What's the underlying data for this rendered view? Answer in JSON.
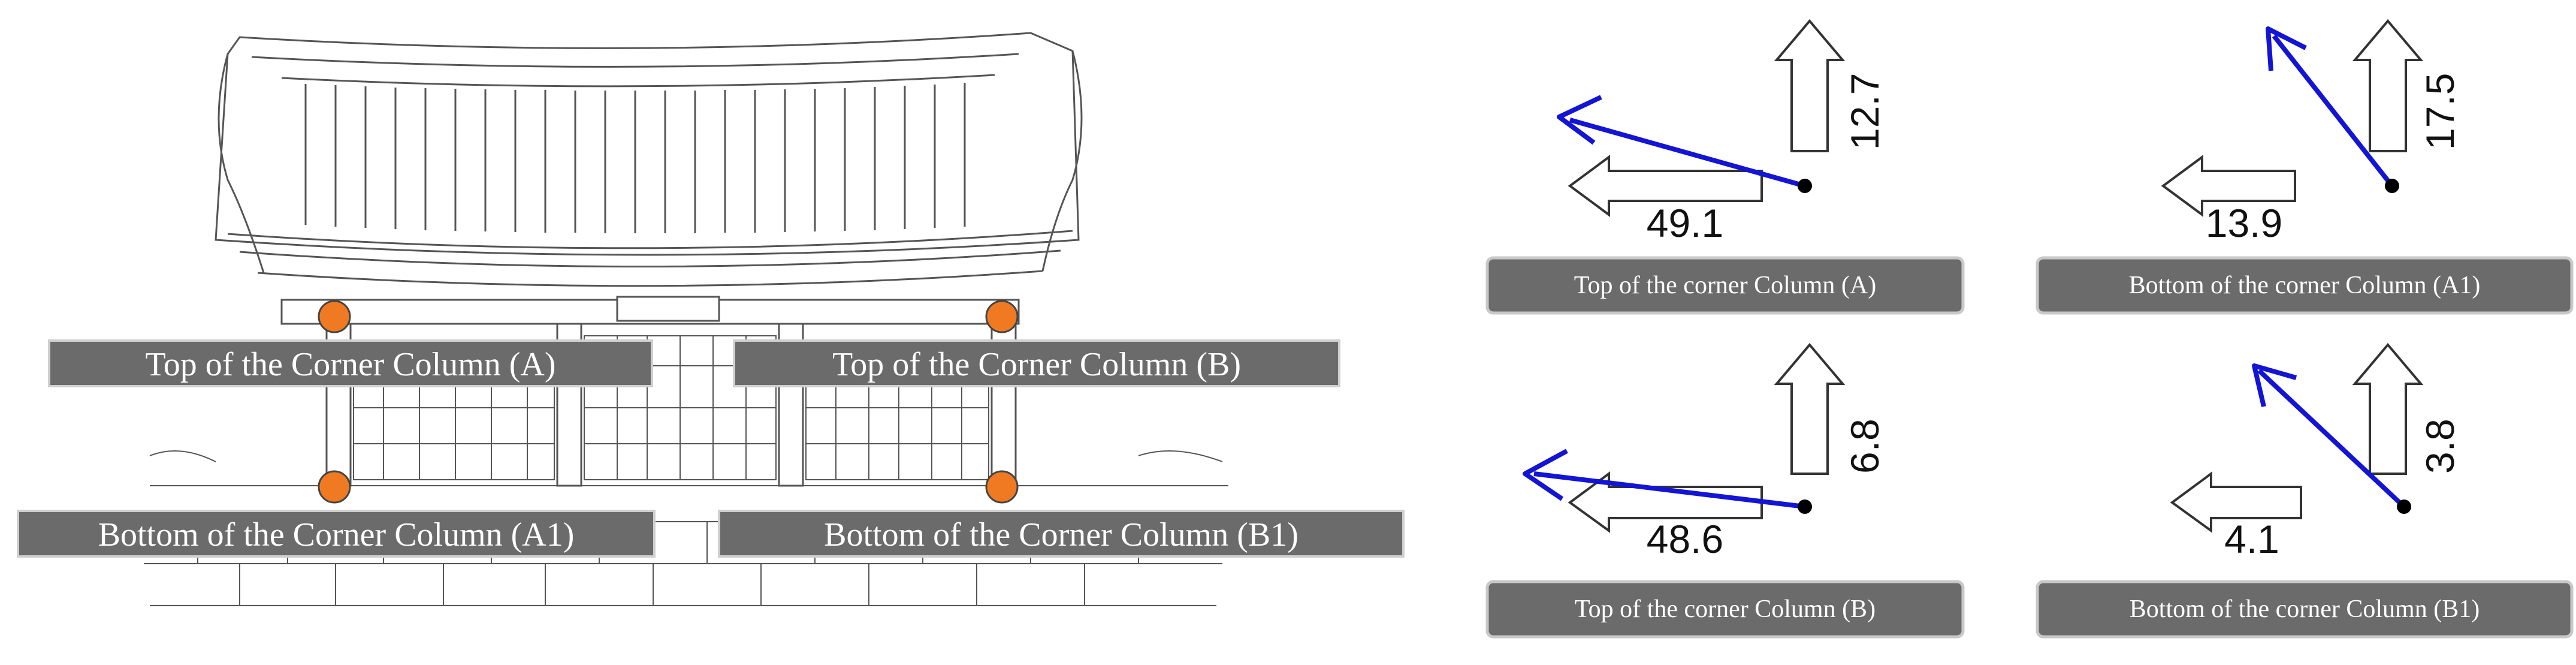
{
  "building": {
    "labels": {
      "top_a": "Top of the Corner Column (A)",
      "top_b": "Top of the Corner Column (B)",
      "bottom_a1": "Bottom of the Corner Column (A1)",
      "bottom_b1": "Bottom of the Corner Column (B1)"
    },
    "marker_color": "#f07a22"
  },
  "panels": {
    "top_a": {
      "label": "Top of the corner Column (A)",
      "horizontal": "49.1",
      "vertical": "12.7"
    },
    "bottom_a1": {
      "label": "Bottom of the corner Column (A1)",
      "horizontal": "13.9",
      "vertical": "17.5"
    },
    "top_b": {
      "label": "Top of the corner Column (B)",
      "horizontal": "48.6",
      "vertical": "6.8"
    },
    "bottom_b1": {
      "label": "Bottom of the corner Column (B1)",
      "horizontal": "4.1",
      "vertical": "3.8"
    }
  },
  "colors": {
    "resultant": "#1414d4",
    "label_bg": "#6b6b6b",
    "outline": "#333333"
  }
}
